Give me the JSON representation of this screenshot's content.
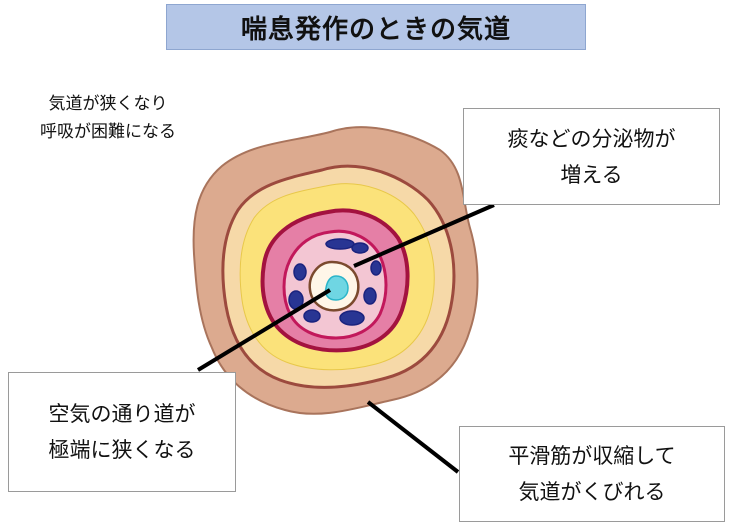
{
  "title": "喘息発作のときの気道",
  "note": {
    "line1": "気道が狭くなり",
    "line2": "呼吸が困難になる"
  },
  "callouts": {
    "mucus": {
      "line1": "痰などの分泌物が",
      "line2": "増える"
    },
    "airway": {
      "line1": "空気の通り道が",
      "line2": "極端に狭くなる"
    },
    "muscle": {
      "line1": "平滑筋が収縮して",
      "line2": "気道がくびれる"
    }
  },
  "colors": {
    "title_bg": "#b4c6e7",
    "outer_tissue": "#d9a48a",
    "smooth_muscle_band": "#fbe27a",
    "mucosa": "#c2185b",
    "glands": "#1a237e",
    "lumen": "#4dd0e1"
  }
}
